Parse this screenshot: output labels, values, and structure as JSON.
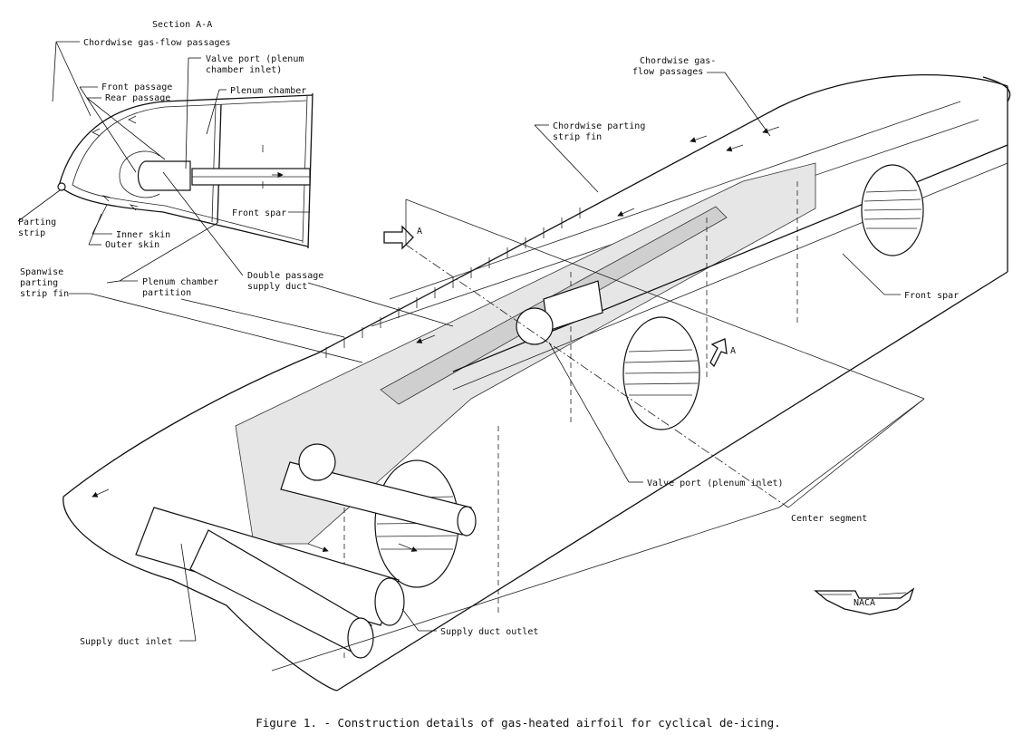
{
  "figure": {
    "caption": "Figure 1. - Construction details of gas-heated airfoil for cyclical de-icing.",
    "logo_text": "NACA",
    "section_marker": "A"
  },
  "inset": {
    "title": "Section A-A",
    "labels": {
      "chordwise_gas_flow_passages": "Chordwise gas-flow passages",
      "valve_port_line1": "Valve port (plenum",
      "valve_port_line2": "chamber inlet)",
      "plenum_chamber": "Plenum chamber",
      "front_passage": "Front passage",
      "rear_passage": "Rear passage",
      "parting_strip_line1": "Parting",
      "parting_strip_line2": "strip",
      "inner_skin": "Inner skin",
      "outer_skin": "Outer skin",
      "front_spar": "Front spar"
    }
  },
  "main": {
    "labels": {
      "spanwise_fin_line1": "Spanwise",
      "spanwise_fin_line2": "parting",
      "spanwise_fin_line3": "strip fin",
      "plenum_partition_line1": "Plenum chamber",
      "plenum_partition_line2": "partition",
      "double_passage_line1": "Double passage",
      "double_passage_line2": "supply duct",
      "chordwise_fin_line1": "Chordwise parting",
      "chordwise_fin_line2": "strip fin",
      "chordwise_gas_line1": "Chordwise gas-",
      "chordwise_gas_line2": "flow passages",
      "front_spar": "Front spar",
      "valve_port_plenum_inlet": "Valve port (plenum inlet)",
      "center_segment": "Center segment",
      "supply_duct_inlet": "Supply duct inlet",
      "supply_duct_outlet": "Supply duct outlet"
    }
  }
}
